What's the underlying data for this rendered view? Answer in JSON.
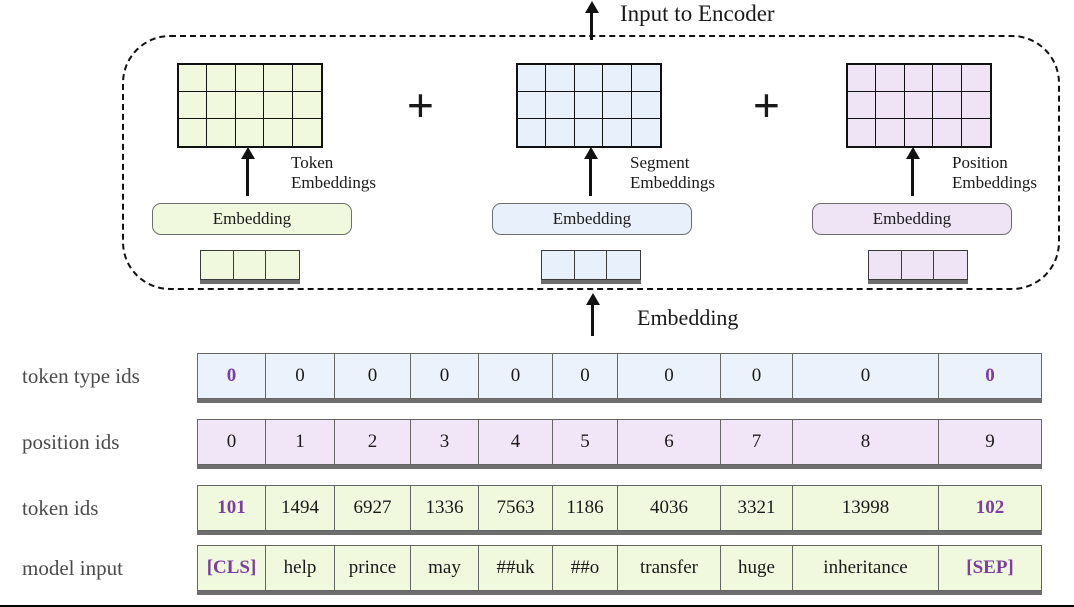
{
  "diagram": {
    "title": "Input to Encoder",
    "embedding_arrow_label": "Embedding",
    "plus_symbol": "+",
    "branches": [
      {
        "key": "token",
        "caption_line1": "Token",
        "caption_line2": "Embeddings",
        "pill_label": "Embedding",
        "color": "#f0f9dd",
        "matrix_cols": 5,
        "matrix_rows": 3,
        "strip_cells": 3
      },
      {
        "key": "segment",
        "caption_line1": "Segment",
        "caption_line2": "Embeddings",
        "pill_label": "Embedding",
        "color": "#e8f0fb",
        "matrix_cols": 5,
        "matrix_rows": 3,
        "strip_cells": 3
      },
      {
        "key": "position",
        "caption_line1": "Position",
        "caption_line2": "Embeddings",
        "pill_label": "Embedding",
        "color": "#efe4f5",
        "matrix_cols": 5,
        "matrix_rows": 3,
        "strip_cells": 3
      }
    ]
  },
  "table": {
    "rows": [
      {
        "label": "token type ids",
        "fill": "#ecf2fc",
        "values": [
          "0",
          "0",
          "0",
          "0",
          "0",
          "0",
          "0",
          "0",
          "0",
          "0"
        ],
        "special_indices": [
          0,
          9
        ]
      },
      {
        "label": "position ids",
        "fill": "#f1e6f7",
        "values": [
          "0",
          "1",
          "2",
          "3",
          "4",
          "5",
          "6",
          "7",
          "8",
          "9"
        ],
        "special_indices": []
      },
      {
        "label": "token ids",
        "fill": "#f0f9dd",
        "values": [
          "101",
          "1494",
          "6927",
          "1336",
          "7563",
          "1186",
          "4036",
          "3321",
          "13998",
          "102"
        ],
        "special_indices": [
          0,
          9
        ]
      },
      {
        "label": "model input",
        "fill": "#f0f9dd",
        "values": [
          "[CLS]",
          "help",
          "prince",
          "may",
          "##uk",
          "##o",
          "transfer",
          "huge",
          "inheritance",
          "[SEP]"
        ],
        "special_indices": [
          0,
          9
        ]
      }
    ]
  },
  "colors": {
    "token_green": "#f0f9dd",
    "segment_blue": "#e8f0fb",
    "position_purple": "#efe4f5",
    "special_token": "#7a3fa0",
    "label_gray": "#4a4a4a",
    "outline": "#666666"
  }
}
